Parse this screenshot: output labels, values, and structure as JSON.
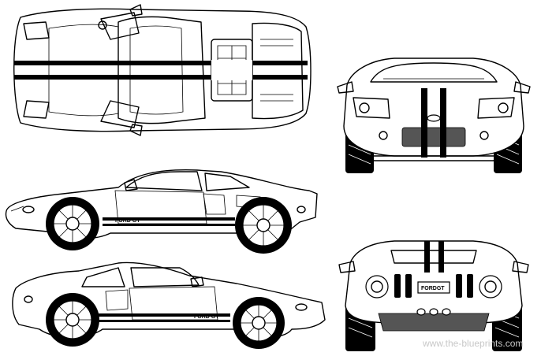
{
  "views": {
    "top": {
      "name": "top-view"
    },
    "front": {
      "name": "front-view"
    },
    "side_right": {
      "name": "side-view-right"
    },
    "side_left": {
      "name": "side-view-left"
    },
    "rear": {
      "name": "rear-view"
    }
  },
  "labels": {
    "side_badge": "FORD GT",
    "rear_badge": "FORDGT",
    "watermark": "www.the-blueprints.com"
  },
  "colors": {
    "line": "#000000",
    "paper": "#ffffff",
    "watermark": "#c8c8c8"
  }
}
